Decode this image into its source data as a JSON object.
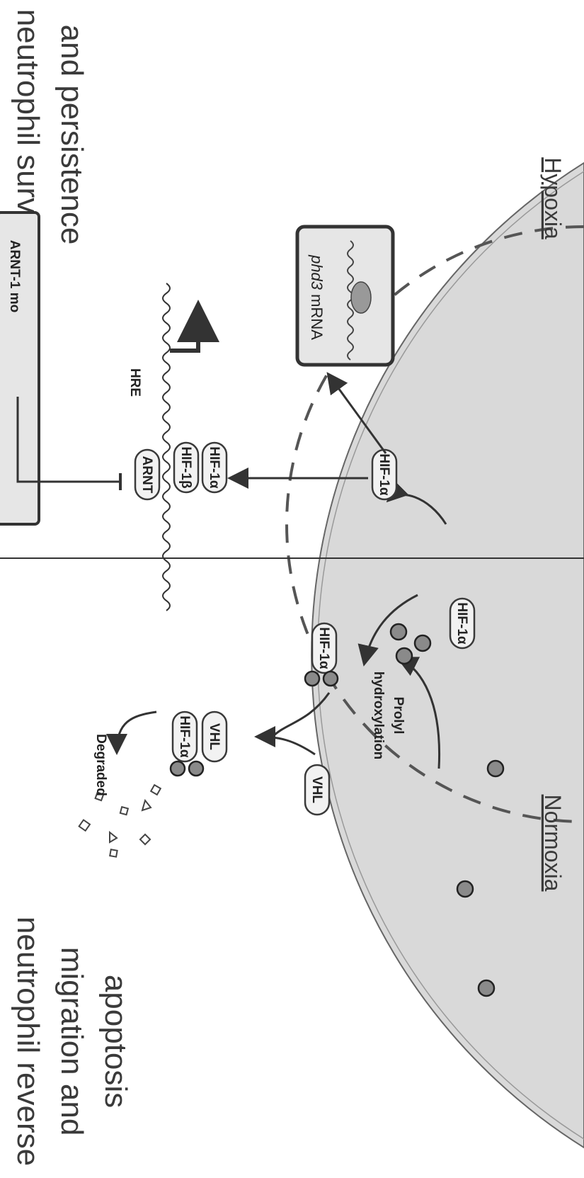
{
  "headings": {
    "normoxia": "Normoxia",
    "hypoxia": "Hypoxia"
  },
  "outcomes": {
    "normoxia_line1": "neutrophil reverse",
    "normoxia_line2": "migration and",
    "normoxia_line3": "apoptosis",
    "hypoxia_line1": "neutrophil survival",
    "hypoxia_line2": "and persistence"
  },
  "proteins": {
    "hif1a": "HIF-1α",
    "hif1b": "HIF-1β",
    "vhl": "VHL",
    "arnt": "ARNT"
  },
  "labels": {
    "prolyl": "Prolyl",
    "hydroxylation": "hydroxylation",
    "degraded": "Degraded",
    "hre": "HRE",
    "phd3_gene": "phd3",
    "phd3_rest": " mRNA",
    "arnt_mo": "ARNT-1 mo"
  },
  "colors": {
    "cell_fill": "#d9d9d9",
    "ink": "#3a3a3a",
    "hydroxyl_dot": "#8a8a8a"
  }
}
